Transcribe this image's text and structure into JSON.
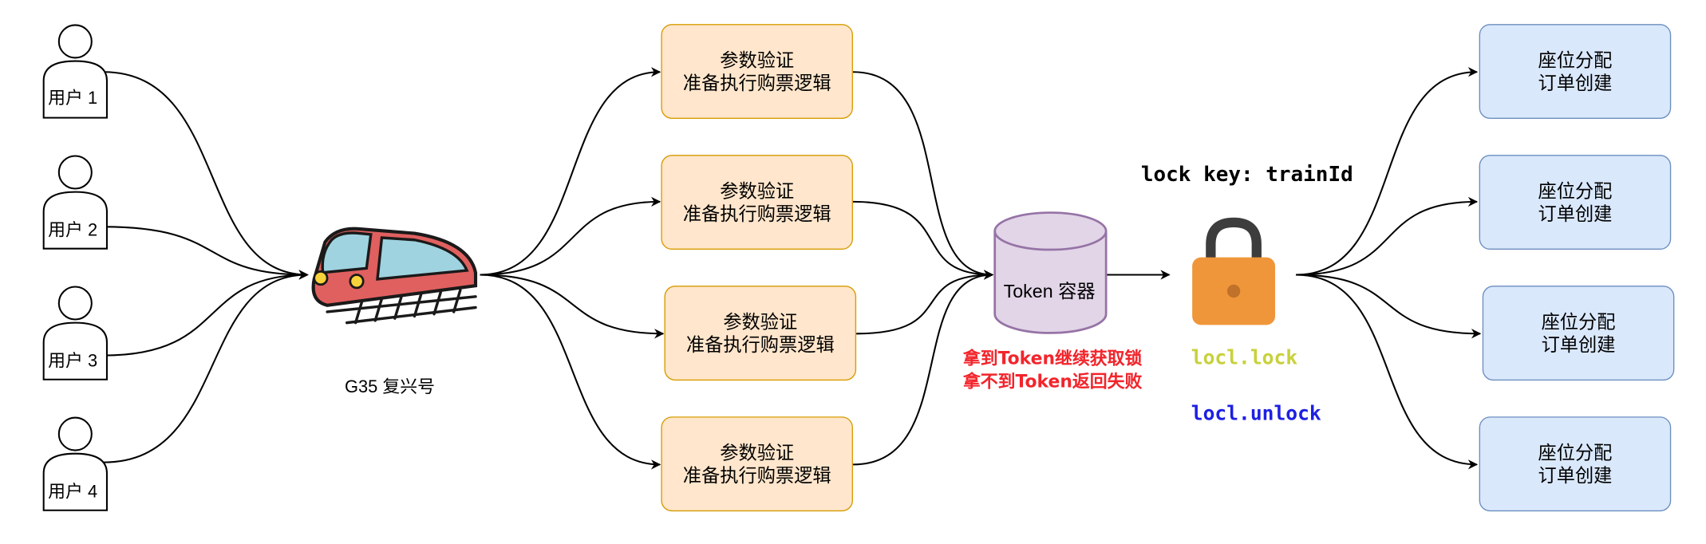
{
  "users": [
    {
      "label": "用户 1"
    },
    {
      "label": "用户 2"
    },
    {
      "label": "用户 3"
    },
    {
      "label": "用户 4"
    }
  ],
  "train": {
    "label": "G35 复兴号",
    "icon": "train-icon"
  },
  "validation_boxes": [
    {
      "line1": "参数验证",
      "line2": "准备执行购票逻辑"
    },
    {
      "line1": "参数验证",
      "line2": "准备执行购票逻辑"
    },
    {
      "line1": "参数验证",
      "line2": "准备执行购票逻辑"
    },
    {
      "line1": "参数验证",
      "line2": "准备执行购票逻辑"
    }
  ],
  "token_container": {
    "label": "Token 容器",
    "note_line1": "拿到Token继续获取锁",
    "note_line2": "拿不到Token返回失败"
  },
  "lock": {
    "key_label": "lock key: trainId",
    "lock_call": "locl.lock",
    "unlock_call": "locl.unlock",
    "icon": "padlock-icon"
  },
  "result_boxes": [
    {
      "line1": "座位分配",
      "line2": "订单创建"
    },
    {
      "line1": "座位分配",
      "line2": "订单创建"
    },
    {
      "line1": "座位分配",
      "line2": "订单创建"
    },
    {
      "line1": "座位分配",
      "line2": "订单创建"
    }
  ],
  "colors": {
    "validation_fill": "#ffe6cc",
    "validation_border": "#d79b00",
    "result_fill": "#dae8fc",
    "result_border": "#6c8ebf",
    "cylinder_fill": "#e1d5e7",
    "cylinder_border": "#9673a6",
    "note_red": "#f2252c",
    "lock_orange": "#f0963a",
    "lock_green": "#c8d13b",
    "unlock_blue": "#1d1fe3"
  }
}
